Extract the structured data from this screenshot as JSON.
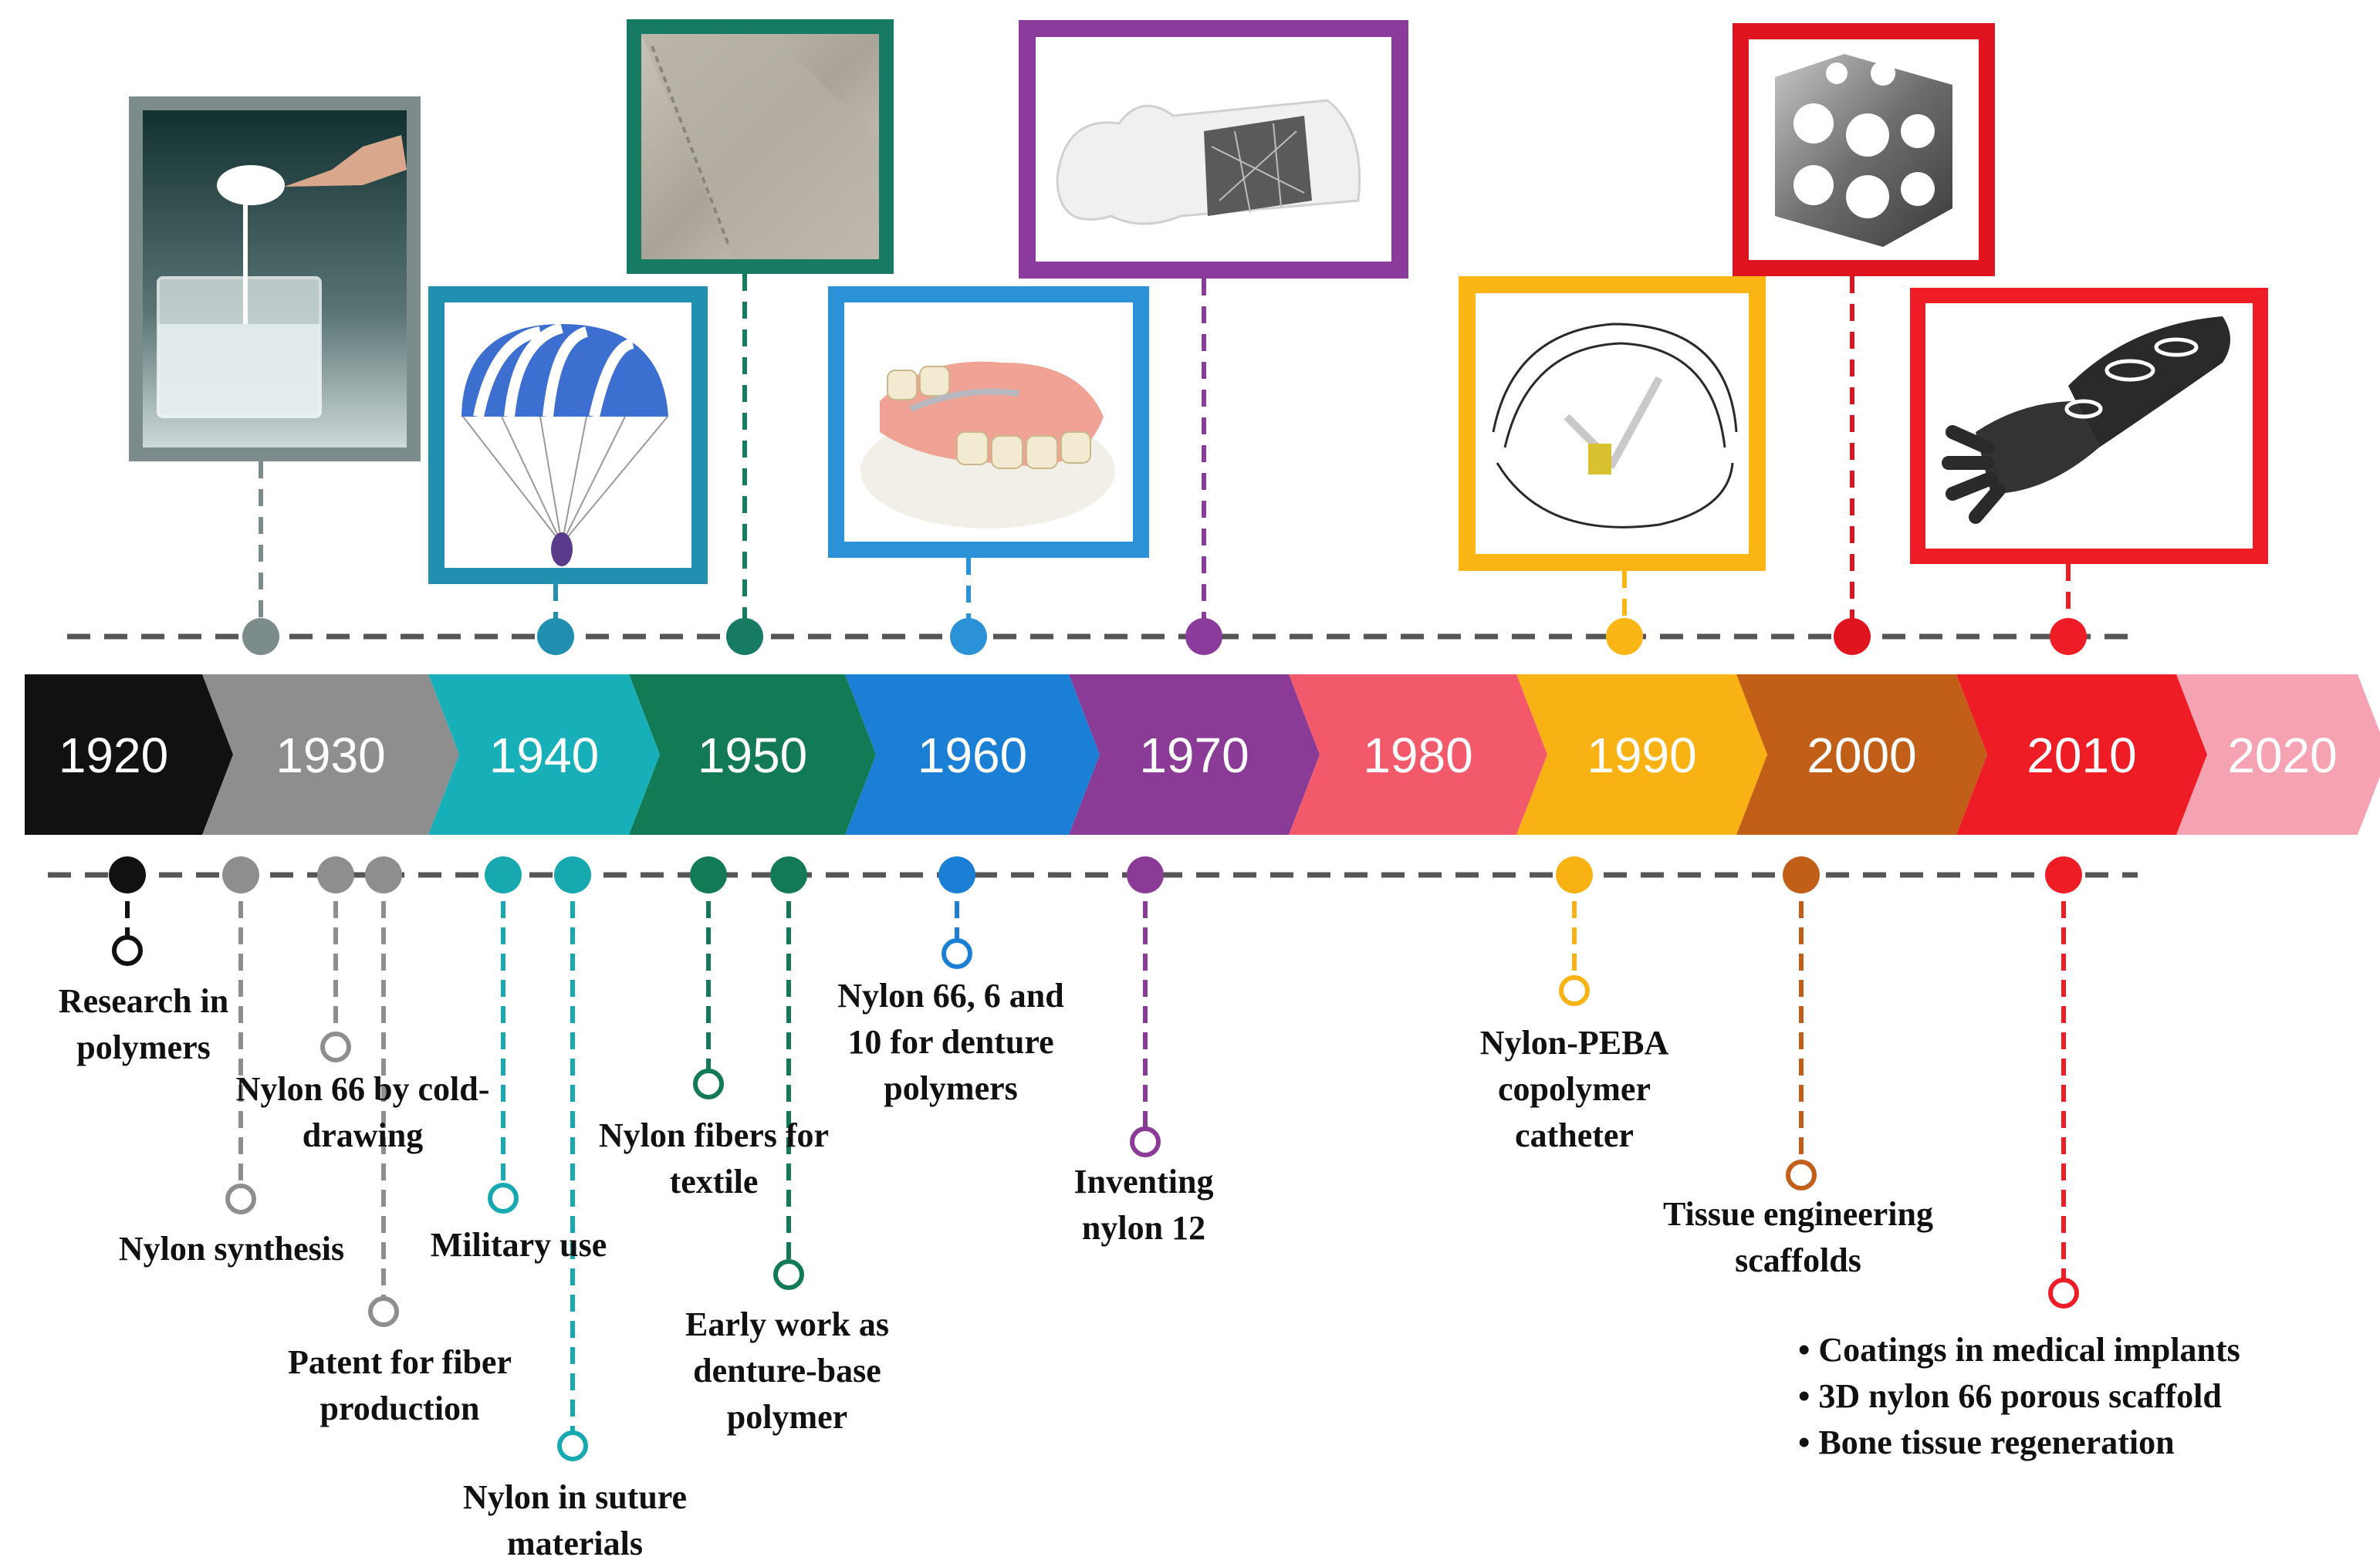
{
  "decades": [
    {
      "label": "1920",
      "color": "#111111"
    },
    {
      "label": "1930",
      "color": "#8e8e8e"
    },
    {
      "label": "1940",
      "color": "#18b0b8"
    },
    {
      "label": "1950",
      "color": "#127a55"
    },
    {
      "label": "1960",
      "color": "#1c7fd6"
    },
    {
      "label": "1970",
      "color": "#8a3b96"
    },
    {
      "label": "1980",
      "color": "#f25a6c"
    },
    {
      "label": "1990",
      "color": "#f9b213"
    },
    {
      "label": "2000",
      "color": "#c15e17"
    },
    {
      "label": "2010",
      "color": "#ee1c24"
    },
    {
      "label": "2020",
      "color": "#f5a3b3"
    }
  ],
  "photos": [
    {
      "subject": "nylon fiber drawn from beaker",
      "color": "#7c8c8a"
    },
    {
      "subject": "parachute",
      "color": "#2190b0"
    },
    {
      "subject": "nylon textile fabric",
      "color": "#177a63"
    },
    {
      "subject": "partial denture",
      "color": "#2b92d8"
    },
    {
      "subject": "3d printed bone scaffold",
      "color": "#8a3b9b"
    },
    {
      "subject": "catheter",
      "color": "#fbb616"
    },
    {
      "subject": "porous lattice cube",
      "color": "#e0141e"
    },
    {
      "subject": "3d printed arm orthosis",
      "color": "#ee1c24"
    }
  ],
  "events": [
    {
      "lines": [
        "Research in",
        "polymers"
      ],
      "color": "#111111"
    },
    {
      "lines": [
        "Nylon synthesis"
      ],
      "color": "#8e8e8e"
    },
    {
      "lines": [
        "Nylon 66 by cold-",
        "drawing"
      ],
      "color": "#8e8e8e"
    },
    {
      "lines": [
        "Patent for fiber",
        "production"
      ],
      "color": "#8e8e8e"
    },
    {
      "lines": [
        "Military use"
      ],
      "color": "#18a8b0"
    },
    {
      "lines": [
        "Nylon in suture",
        "materials"
      ],
      "color": "#18a8b0"
    },
    {
      "lines": [
        "Nylon fibers for",
        "textile"
      ],
      "color": "#127a55"
    },
    {
      "lines": [
        "Early work as",
        "denture-base",
        "polymer"
      ],
      "color": "#127a55"
    },
    {
      "lines": [
        "Nylon 66, 6 and",
        "10 for denture",
        "polymers"
      ],
      "color": "#1c7fd6"
    },
    {
      "lines": [
        "Inventing",
        "nylon 12"
      ],
      "color": "#8a3b96"
    },
    {
      "lines": [
        "Nylon-PEBA",
        "copolymer",
        "catheter"
      ],
      "color": "#f9b213"
    },
    {
      "lines": [
        "Tissue engineering",
        "scaffolds"
      ],
      "color": "#c15e17"
    },
    {
      "lines": [
        "• Coatings in medical implants",
        "• 3D nylon 66 porous scaffold",
        "• Bone tissue regeneration"
      ],
      "color": "#ee1c24"
    }
  ]
}
